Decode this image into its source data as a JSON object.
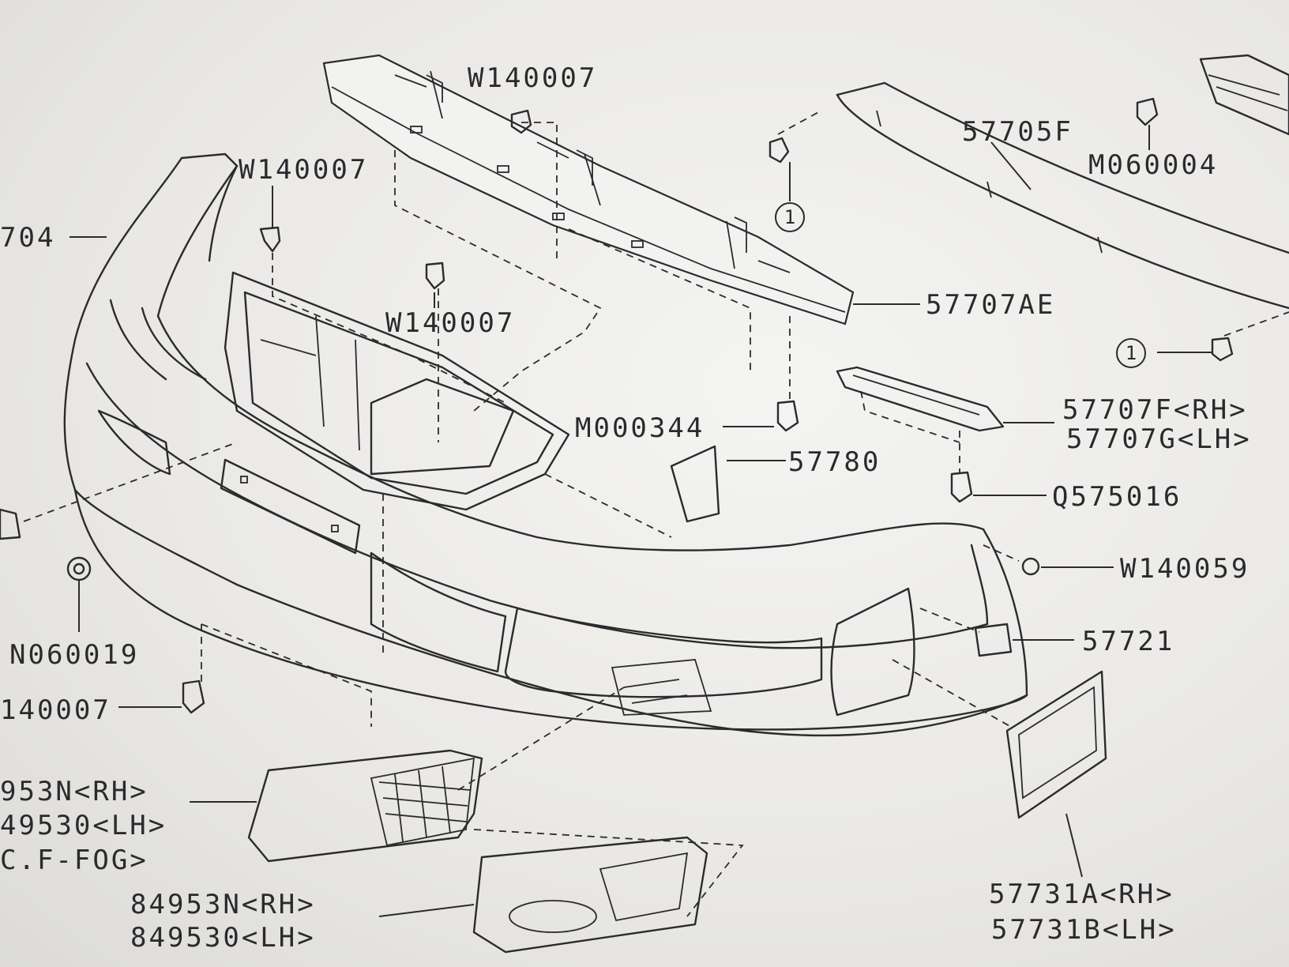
{
  "diagram": {
    "labels": {
      "w140007_top": "W140007",
      "w140007_left": "W140007",
      "w140007_mid": "W140007",
      "w140007_bottom": "140007",
      "p57704": "704",
      "p57705f": "57705F",
      "m060004": "M060004",
      "p57707ae": "57707AE",
      "p57707f": "57707F<RH>",
      "p57707g": "57707G<LH>",
      "m000344": "M000344",
      "p57780": "57780",
      "q575016": "Q575016",
      "w140059": "W140059",
      "p57721": "57721",
      "n060019": "N060019",
      "p84953n_a": "953N<RH>",
      "p849530_a": "49530<LH>",
      "cf_fog": "C.F-FOG>",
      "p84953n_b": "84953N<RH>",
      "p849530_b": "849530<LH>",
      "p57731a": "57731A<RH>",
      "p57731b": "57731B<LH>"
    },
    "callouts": {
      "ref_a": "1",
      "ref_b": "1"
    }
  }
}
